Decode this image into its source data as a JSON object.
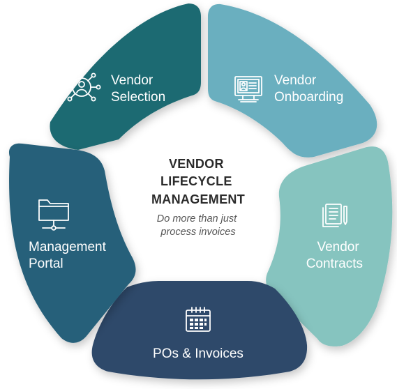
{
  "center": {
    "title_lines": [
      "VENDOR",
      "LIFECYCLE",
      "MANAGEMENT"
    ],
    "subtitle_lines": [
      "Do more than just",
      "process invoices"
    ]
  },
  "segments": [
    {
      "id": "vendor-selection",
      "lines": [
        "Vendor",
        "Selection"
      ],
      "icon": "network-person-icon",
      "color": "#1d6b72"
    },
    {
      "id": "vendor-onboarding",
      "lines": [
        "Vendor",
        "Onboarding"
      ],
      "icon": "monitor-profile-icon",
      "color": "#6aafbf"
    },
    {
      "id": "vendor-contracts",
      "lines": [
        "Vendor",
        "Contracts"
      ],
      "icon": "contract-document-icon",
      "color": "#86c4bf"
    },
    {
      "id": "pos-invoices",
      "lines": [
        "POs & Invoices"
      ],
      "icon": "calendar-icon",
      "color": "#2f4a6b"
    },
    {
      "id": "management-portal",
      "lines": [
        "Management",
        "Portal"
      ],
      "icon": "folder-network-icon",
      "color": "#27607a"
    }
  ]
}
